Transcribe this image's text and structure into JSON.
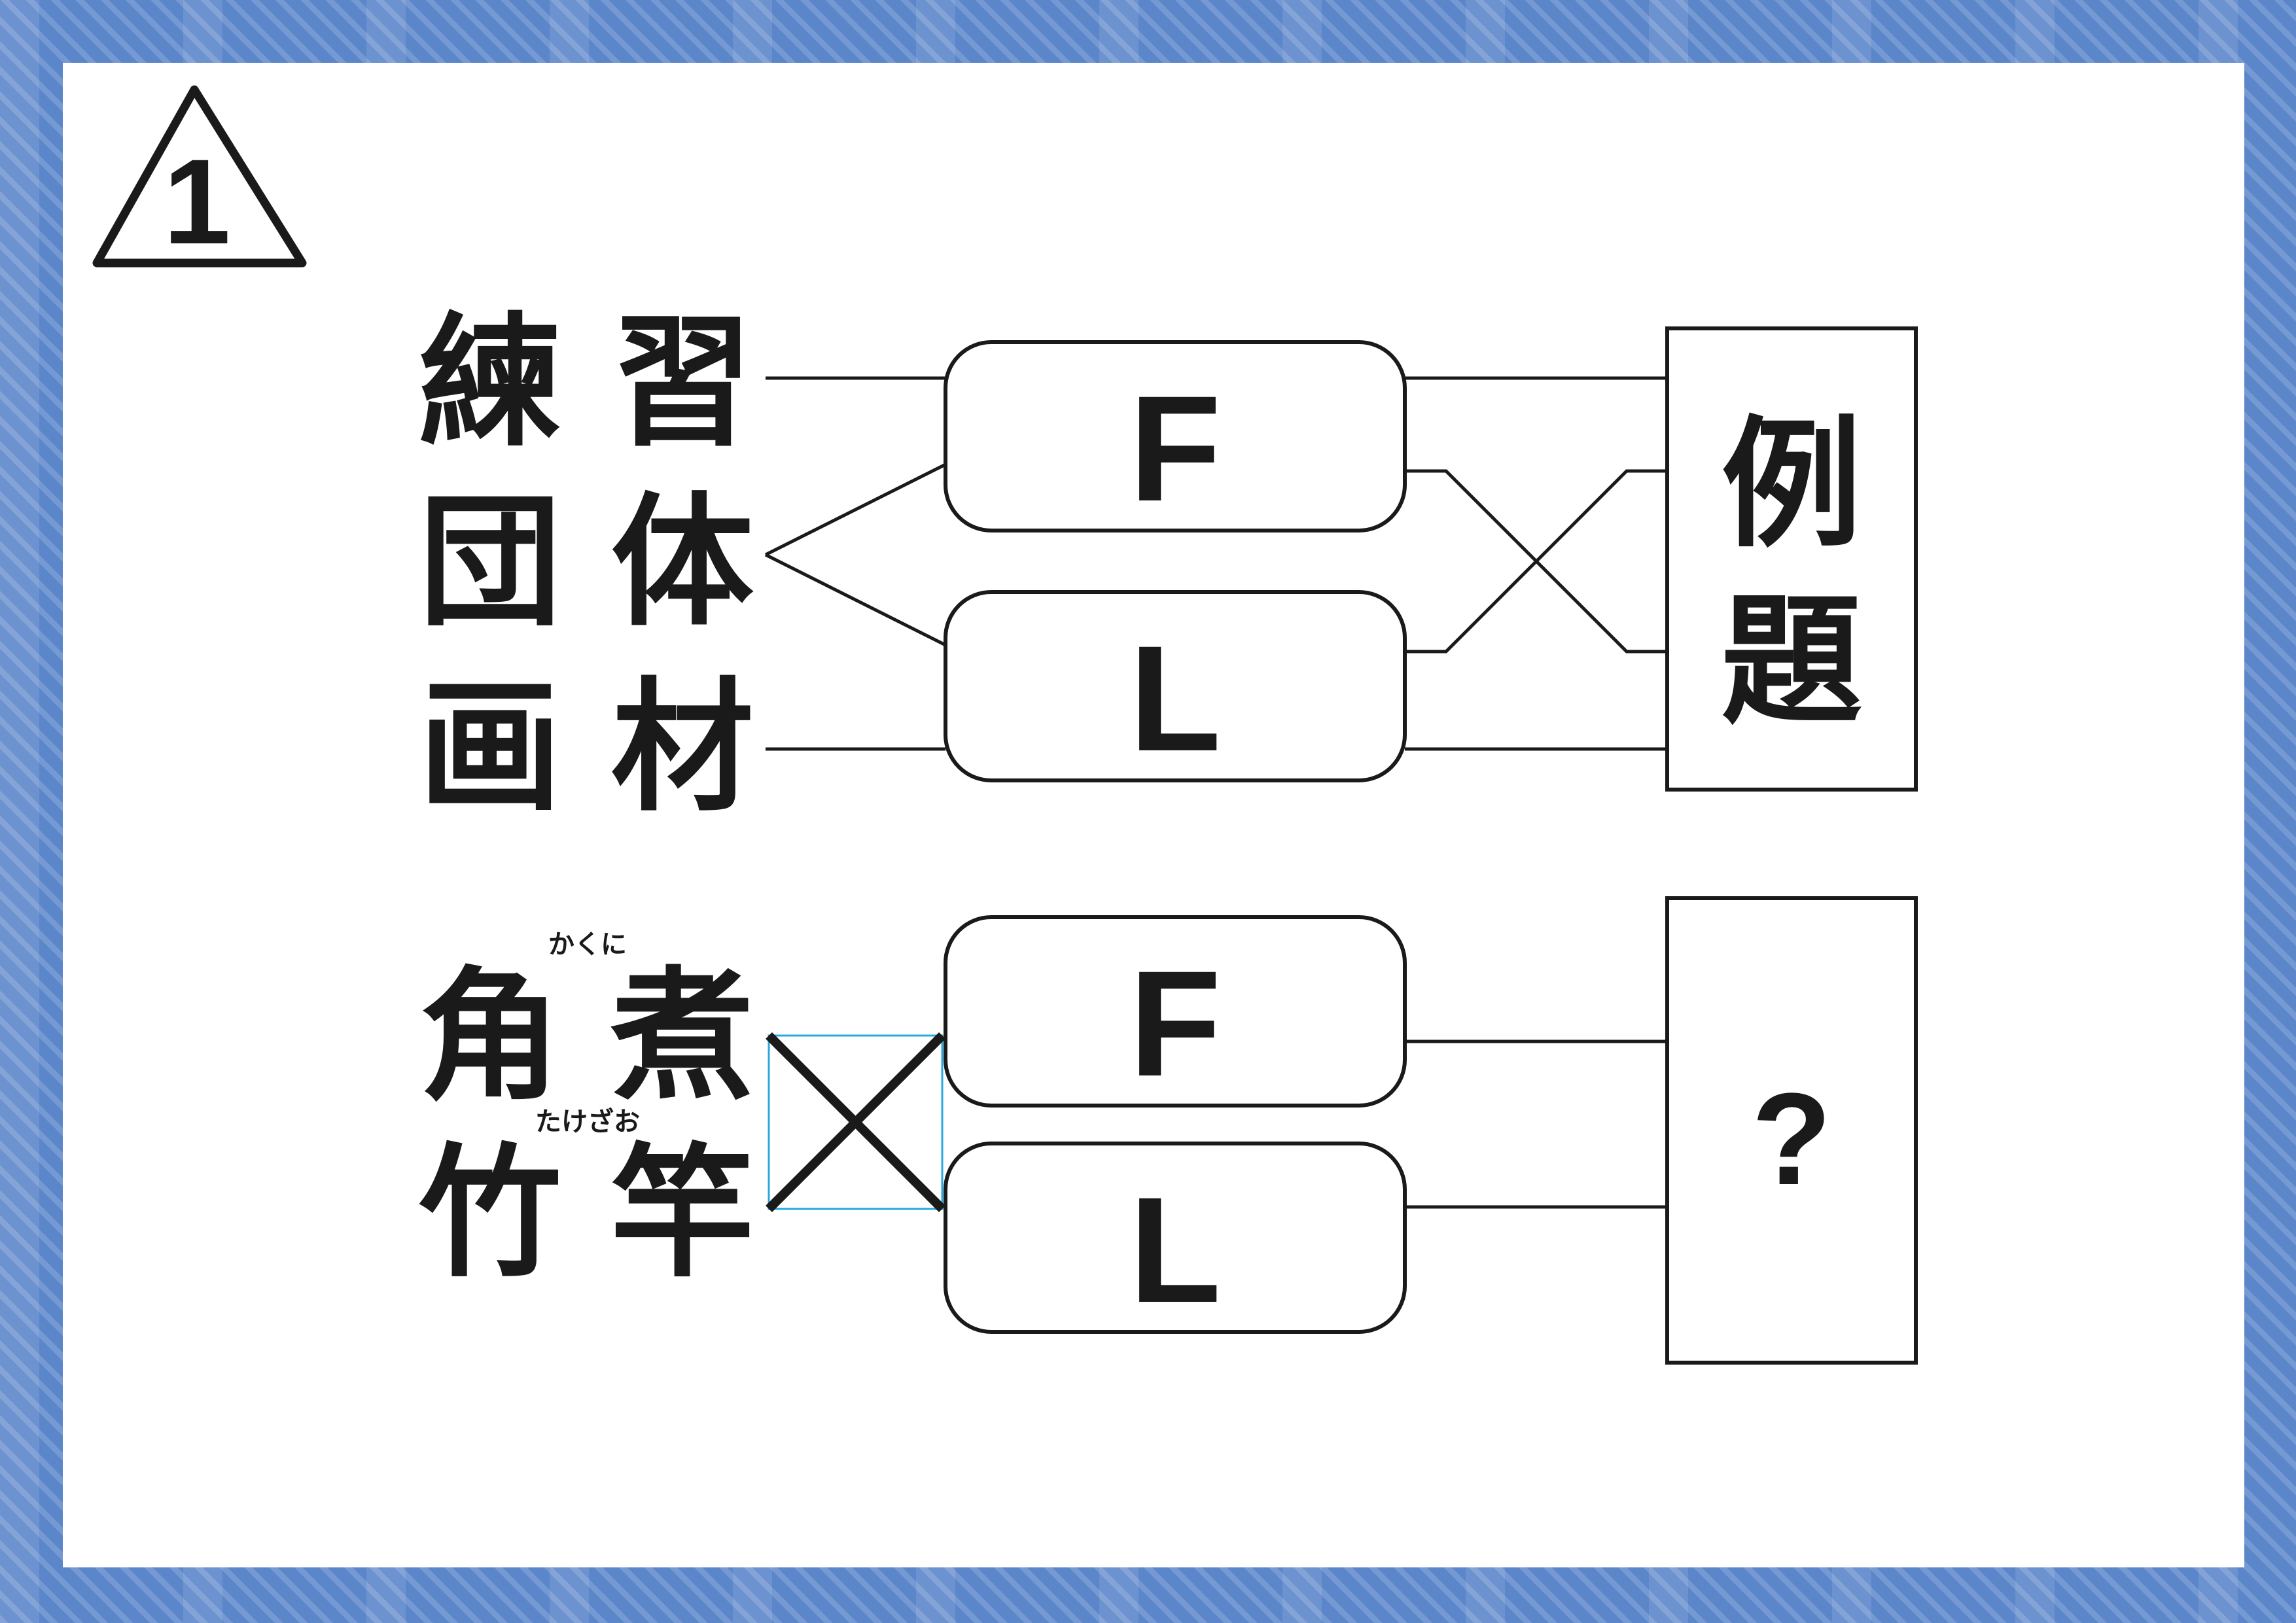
{
  "problem": {
    "number": "1"
  },
  "example": {
    "inputs": [
      "練 習",
      "団 体",
      "画 材"
    ],
    "gate_top": "F",
    "gate_bottom": "L",
    "output": "例\n題"
  },
  "question": {
    "inputs": [
      {
        "word": "角 煮",
        "ruby": "かくに"
      },
      {
        "word": "竹 竿",
        "ruby": "たけざお"
      }
    ],
    "gate_top": "F",
    "gate_bottom": "L",
    "output": "?"
  },
  "colors": {
    "frame": "#5b86c9",
    "ink": "#1a1a1a",
    "crossing_guide": "#29a9e0"
  }
}
